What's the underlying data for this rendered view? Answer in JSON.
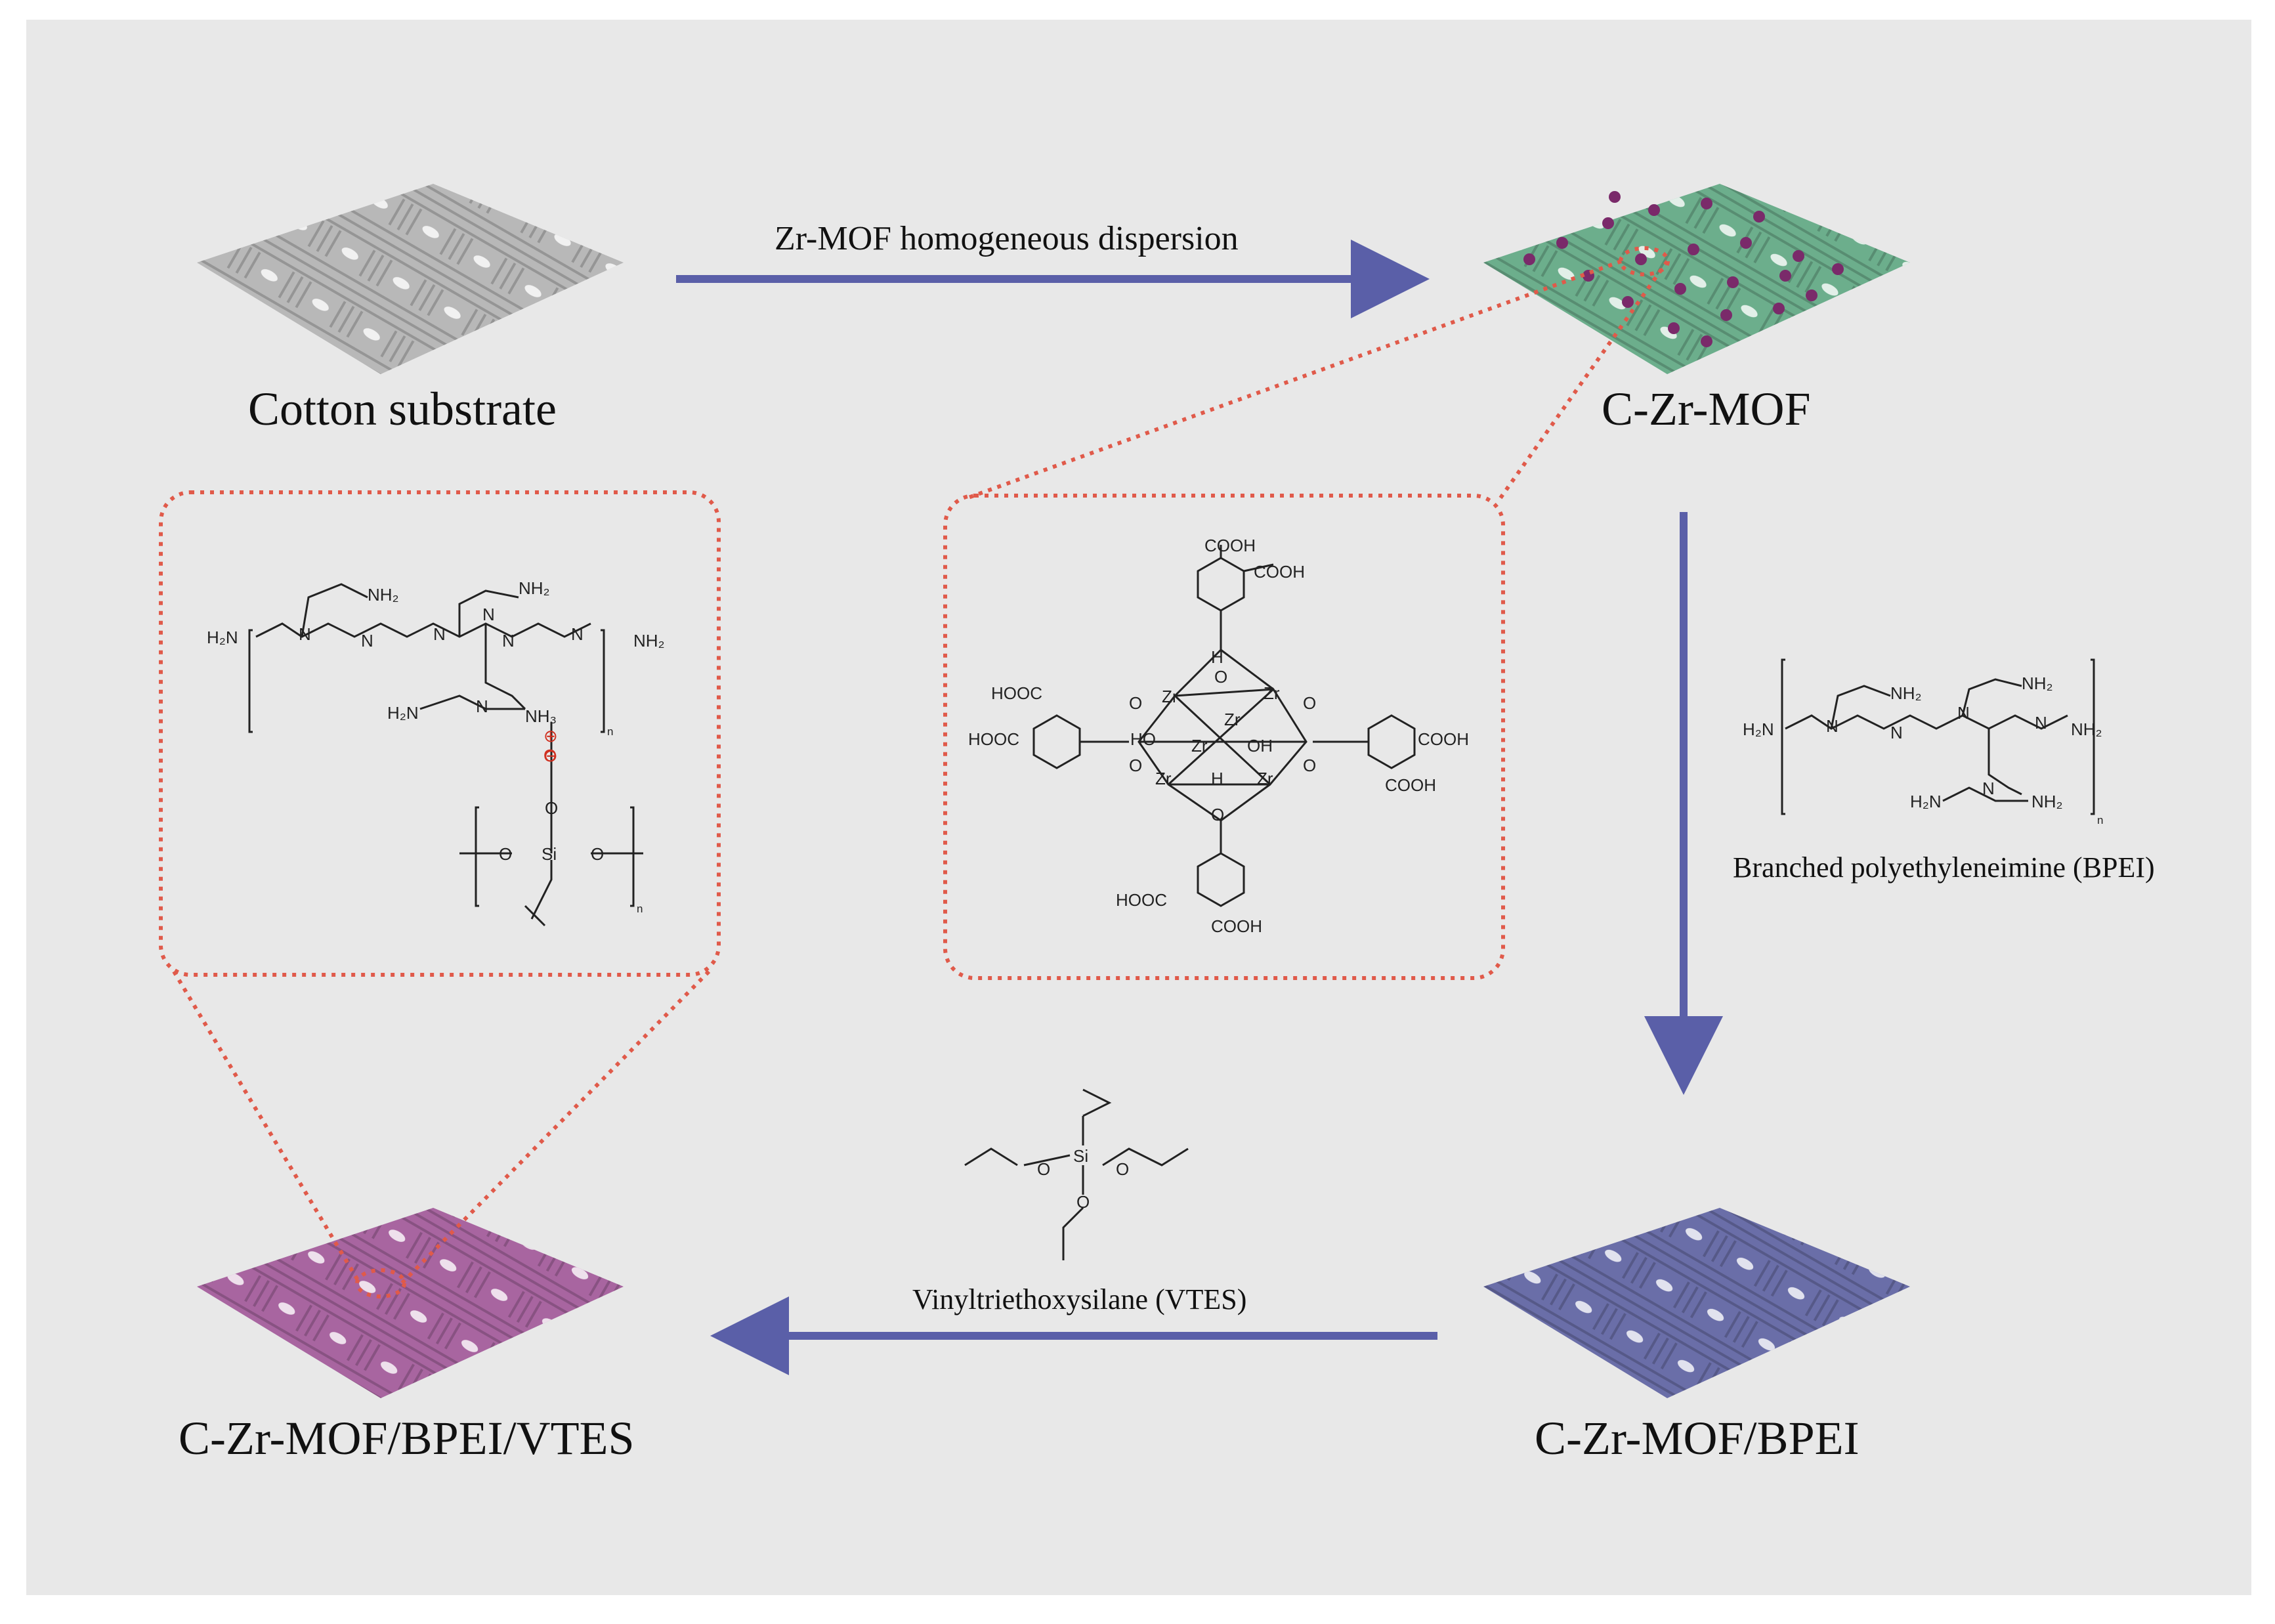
{
  "colors": {
    "background": "#e8e8e8",
    "arrow": "#5a5fa8",
    "dotted_frame": "#e05a4a",
    "cotton": "#b8b8b8",
    "zr_mof_fabric": "#6cae8c",
    "bpei_fabric": "#6a6ea8",
    "vtes_fabric": "#a865a0",
    "mof_particle": "#7a2a6a"
  },
  "labels": {
    "cotton": "Cotton substrate",
    "c_zr_mof": "C-Zr-MOF",
    "c_zr_mof_bpei": "C-Zr-MOF/BPEI",
    "c_zr_mof_bpei_vtes": "C-Zr-MOF/BPEI/VTES",
    "arrow_top": "Zr-MOF  homogeneous  dispersion",
    "bpei_caption": "Branched polyethyleneimine (BPEI)",
    "vtes_caption": "Vinyltriethoxysilane (VTES)"
  },
  "chem": {
    "cooh": "COOH",
    "hooc": "HOOC",
    "zr": "Zr",
    "o": "O",
    "ho": "HO",
    "oh": "OH",
    "h": "H",
    "nh2": "NH₂",
    "h2n": "H₂N",
    "nh3": "NH₃",
    "n": "N",
    "si": "Si",
    "sub_n": "n",
    "plus": "⊕",
    "minus": "⊖"
  }
}
